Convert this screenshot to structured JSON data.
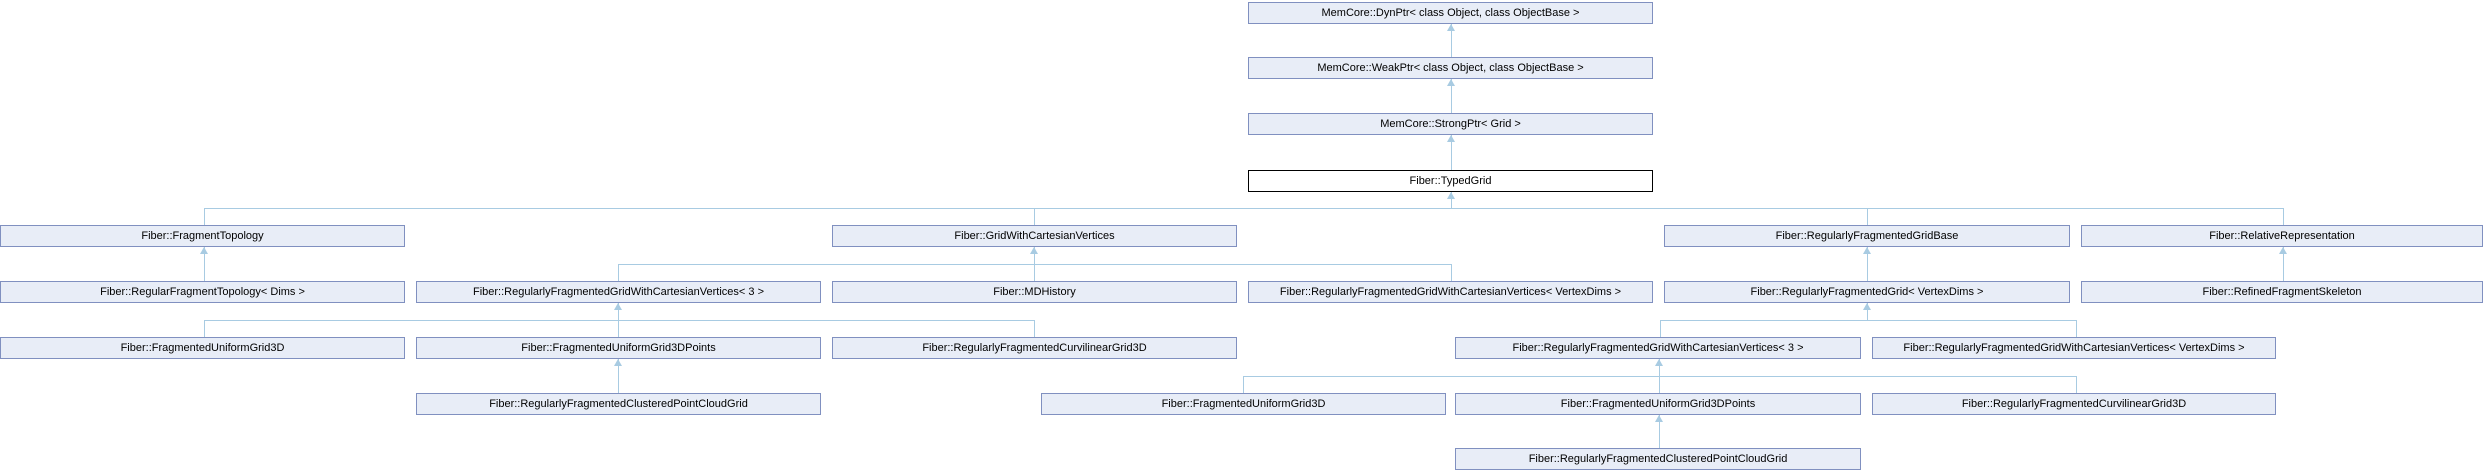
{
  "diagram": {
    "type": "class-inheritance-graph",
    "focus_class": "Fiber::TypedGrid",
    "colors": {
      "background": "#ffffff",
      "node_fill": "#e8edf7",
      "node_border": "#8090c0",
      "highlight_fill": "#ffffff",
      "highlight_border": "#000000",
      "edge": "#a8cbe2"
    },
    "nodes": [
      {
        "id": "dynptr",
        "label": "MemCore::DynPtr< class Object, class ObjectBase >"
      },
      {
        "id": "weakptr",
        "label": "MemCore::WeakPtr< class Object, class ObjectBase >"
      },
      {
        "id": "strongptr",
        "label": "MemCore::StrongPtr< Grid >"
      },
      {
        "id": "typedgrid",
        "label": "Fiber::TypedGrid",
        "highlighted": true
      },
      {
        "id": "fragmenttopology",
        "label": "Fiber::FragmentTopology"
      },
      {
        "id": "gridwithcartesianvertices",
        "label": "Fiber::GridWithCartesianVertices"
      },
      {
        "id": "regularlyfragmentedgridbase",
        "label": "Fiber::RegularlyFragmentedGridBase"
      },
      {
        "id": "relativerepresentation",
        "label": "Fiber::RelativeRepresentation"
      },
      {
        "id": "regularfragmenttopology",
        "label": "Fiber::RegularFragmentTopology< Dims >"
      },
      {
        "id": "rfgwcv3_upper",
        "label": "Fiber::RegularlyFragmentedGridWithCartesianVertices< 3 >"
      },
      {
        "id": "mdhistory",
        "label": "Fiber::MDHistory"
      },
      {
        "id": "rfgwcv_vd_upper",
        "label": "Fiber::RegularlyFragmentedGridWithCartesianVertices< VertexDims >"
      },
      {
        "id": "rfg_vd",
        "label": "Fiber::RegularlyFragmentedGrid< VertexDims >"
      },
      {
        "id": "refinedfragmentskeleton",
        "label": "Fiber::RefinedFragmentSkeleton"
      },
      {
        "id": "fug3d_left",
        "label": "Fiber::FragmentedUniformGrid3D"
      },
      {
        "id": "fug3dp_left",
        "label": "Fiber::FragmentedUniformGrid3DPoints"
      },
      {
        "id": "rfcg3d_left",
        "label": "Fiber::RegularlyFragmentedCurvilinearGrid3D"
      },
      {
        "id": "rfgwcv3_lower",
        "label": "Fiber::RegularlyFragmentedGridWithCartesianVertices< 3 >"
      },
      {
        "id": "rfgwcv_vd_lower",
        "label": "Fiber::RegularlyFragmentedGridWithCartesianVertices< VertexDims >"
      },
      {
        "id": "rfcpcg_left",
        "label": "Fiber::RegularlyFragmentedClusteredPointCloudGrid"
      },
      {
        "id": "fug3d_right",
        "label": "Fiber::FragmentedUniformGrid3D"
      },
      {
        "id": "fug3dp_right",
        "label": "Fiber::FragmentedUniformGrid3DPoints"
      },
      {
        "id": "rfcg3d_right",
        "label": "Fiber::RegularlyFragmentedCurvilinearGrid3D"
      },
      {
        "id": "rfcpcg_right",
        "label": "Fiber::RegularlyFragmentedClusteredPointCloudGrid"
      }
    ],
    "inheritance_edges": [
      {
        "derived": "weakptr",
        "base": "dynptr"
      },
      {
        "derived": "strongptr",
        "base": "weakptr"
      },
      {
        "derived": "typedgrid",
        "base": "strongptr"
      },
      {
        "derived": "fragmenttopology",
        "base": "typedgrid"
      },
      {
        "derived": "gridwithcartesianvertices",
        "base": "typedgrid"
      },
      {
        "derived": "regularlyfragmentedgridbase",
        "base": "typedgrid"
      },
      {
        "derived": "relativerepresentation",
        "base": "typedgrid"
      },
      {
        "derived": "regularfragmenttopology",
        "base": "fragmenttopology"
      },
      {
        "derived": "rfgwcv3_upper",
        "base": "gridwithcartesianvertices"
      },
      {
        "derived": "mdhistory",
        "base": "gridwithcartesianvertices"
      },
      {
        "derived": "rfgwcv_vd_upper",
        "base": "gridwithcartesianvertices"
      },
      {
        "derived": "rfg_vd",
        "base": "regularlyfragmentedgridbase"
      },
      {
        "derived": "refinedfragmentskeleton",
        "base": "relativerepresentation"
      },
      {
        "derived": "fug3d_left",
        "base": "rfgwcv3_upper"
      },
      {
        "derived": "fug3dp_left",
        "base": "rfgwcv3_upper"
      },
      {
        "derived": "rfcg3d_left",
        "base": "rfgwcv3_upper"
      },
      {
        "derived": "rfgwcv3_lower",
        "base": "rfg_vd"
      },
      {
        "derived": "rfgwcv_vd_lower",
        "base": "rfg_vd"
      },
      {
        "derived": "rfcpcg_left",
        "base": "fug3dp_left"
      },
      {
        "derived": "fug3d_right",
        "base": "rfgwcv3_lower"
      },
      {
        "derived": "fug3dp_right",
        "base": "rfgwcv3_lower"
      },
      {
        "derived": "rfcg3d_right",
        "base": "rfgwcv3_lower"
      },
      {
        "derived": "rfcpcg_right",
        "base": "fug3dp_right"
      }
    ]
  }
}
